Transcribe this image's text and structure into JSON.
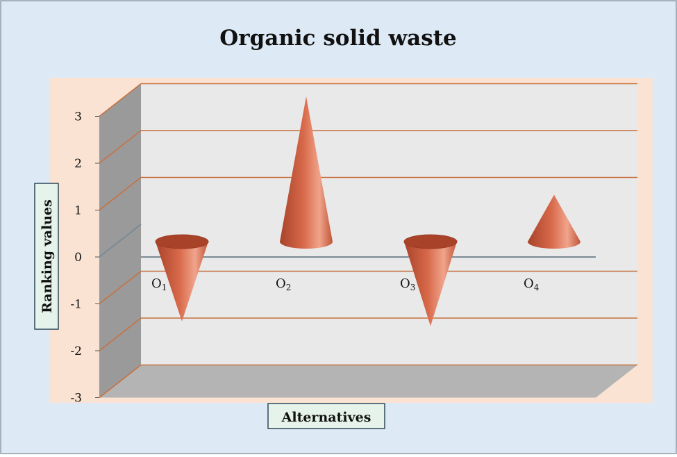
{
  "chart_data": {
    "type": "bar",
    "bar_shape": "cone",
    "title": "Organic solid waste",
    "xlabel": "Alternatives",
    "ylabel": "Ranking values",
    "categories": [
      "O1",
      "O2",
      "O3",
      "O4"
    ],
    "category_labels": [
      {
        "base": "O",
        "sub": "1"
      },
      {
        "base": "O",
        "sub": "2"
      },
      {
        "base": "O",
        "sub": "3"
      },
      {
        "base": "O",
        "sub": "4"
      }
    ],
    "values": [
      -1.7,
      3.1,
      -1.8,
      1.0
    ],
    "ylim": [
      -3,
      3
    ],
    "yticks": [
      -3,
      -2,
      -1,
      0,
      1,
      2,
      3
    ],
    "grid": true,
    "legend": "none",
    "colors": {
      "background": "#dde9f5",
      "plot_band": "#fbe3d3",
      "back_wall": "#e9e9e9",
      "side_wall": "#9a9a9a",
      "floor": "#b4b4b4",
      "gridline": "#c8703e",
      "zero_line": "#7a8a94",
      "cone_dark": "#a8432a",
      "cone_mid": "#d8694a",
      "cone_light": "#f0a48c",
      "label_box_fill": "#e6f3ea",
      "label_box_stroke": "#2f4858",
      "text": "#111111"
    }
  }
}
